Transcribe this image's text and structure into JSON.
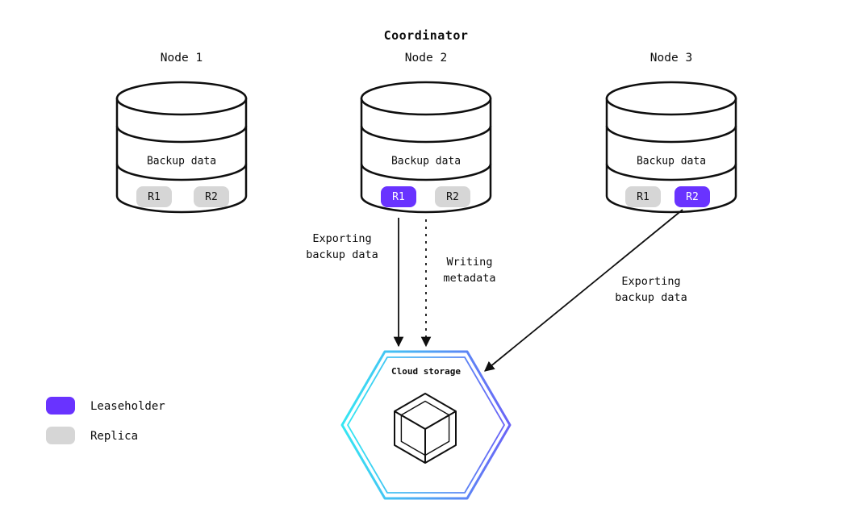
{
  "title": "Coordinator",
  "nodes": [
    {
      "name": "Node 1",
      "data_label": "Backup data",
      "replicas": [
        {
          "label": "R1",
          "type": "replica"
        },
        {
          "label": "R2",
          "type": "replica"
        }
      ]
    },
    {
      "name": "Node 2",
      "data_label": "Backup data",
      "replicas": [
        {
          "label": "R1",
          "type": "leaseholder"
        },
        {
          "label": "R2",
          "type": "replica"
        }
      ]
    },
    {
      "name": "Node 3",
      "data_label": "Backup data",
      "replicas": [
        {
          "label": "R1",
          "type": "replica"
        },
        {
          "label": "R2",
          "type": "leaseholder"
        }
      ]
    }
  ],
  "arrows": {
    "export_node2_label": "Exporting\nbackup data",
    "metadata_label": "Writing\nmetadata",
    "export_node3_label": "Exporting\nbackup data"
  },
  "cloud": {
    "label": "Cloud storage"
  },
  "legend": [
    {
      "label": "Leaseholder",
      "color": "#6933ff"
    },
    {
      "label": "Replica",
      "color": "#d6d6d6"
    }
  ],
  "colors": {
    "leaseholder": "#6933ff",
    "replica": "#d6d6d6",
    "stroke": "#0f0f0f",
    "hex_gradient_start": "#35e7f2",
    "hex_gradient_end": "#6b63f6"
  }
}
